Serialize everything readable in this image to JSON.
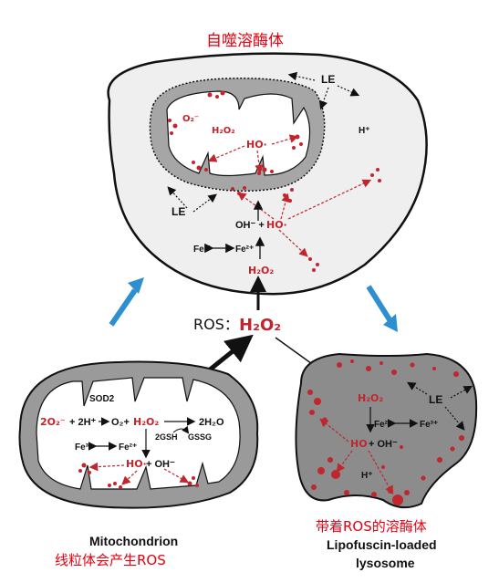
{
  "titles": {
    "autolysosome_cn": "自噬溶酶体",
    "ros_center_prefix": "ROS：",
    "ros_center_h2o2": "H₂O₂",
    "mito_en": "Mitochondrion",
    "mito_cn": "线粒体会产生ROS",
    "lipo_cn": "带着ROS的溶酶体",
    "lipo_en_1": "Lipofuscin-loaded",
    "lipo_en_2": "lysosome"
  },
  "autolysosome": {
    "le_top": "LE",
    "le_left": "LE",
    "h_plus": "H⁺",
    "o2_minus": "O₂⁻",
    "h2o2_inner": "H₂O₂",
    "ho_inner": "HO·",
    "oh_minus": "OH⁻ +",
    "ho_outer": "HO·",
    "fe3": "Fe³⁺",
    "fe2": "Fe²⁺",
    "h2o2_lower": "H₂O₂"
  },
  "mitochondrion": {
    "sod2": "SOD2",
    "eq_left_red": "2O₂⁻",
    "eq_mid": "+ 2H⁺",
    "eq_o2": "O₂+",
    "eq_h2o2": "H₂O₂",
    "eq_h2o": "2H₂O",
    "gsh": "2GSH",
    "gssg": "GSSG",
    "fe3": "Fe³⁺",
    "fe2": "Fe²⁺",
    "ho": "HO·",
    "oh": "+ OH⁻"
  },
  "lipofuscin": {
    "h2o2": "H₂O₂",
    "le": "LE",
    "fe2": "Fe²⁺",
    "fe3": "Fe³⁺",
    "ho": "HO",
    "oh": "+ OH⁻",
    "h_plus": "H⁺"
  },
  "colors": {
    "chinese_label": "#e60012",
    "ros_red": "#c0262d",
    "blue_arrow": "#2d8fd0",
    "cell_fill": "#ececec",
    "membrane_gray": "#9a9a9a"
  }
}
